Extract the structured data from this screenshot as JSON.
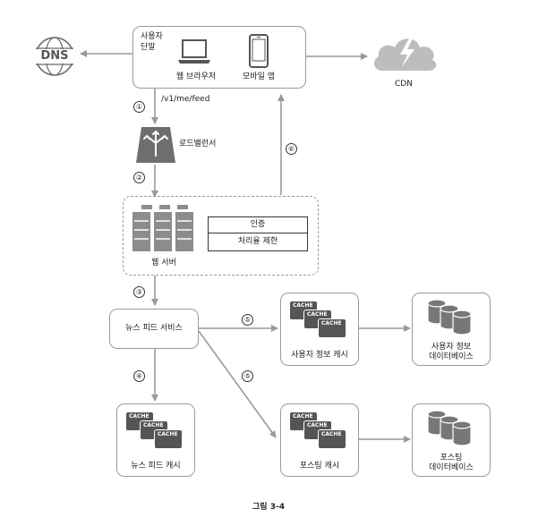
{
  "client": {
    "label_line1": "사용자",
    "label_line2": "단말",
    "web_browser": "웹 브라우저",
    "mobile_app": "모바일 앱"
  },
  "dns": {
    "label": "DNS"
  },
  "cdn": {
    "label": "CDN"
  },
  "request_path": "/v1/me/feed",
  "load_balancer": {
    "label": "로드밸런서"
  },
  "web_server": {
    "label": "웹 서버",
    "auth": "인증",
    "rate_limit": "처리율 제한"
  },
  "news_feed_service": {
    "label": "뉴스 피드 서비스"
  },
  "user_cache": {
    "label": "사용자 정보 캐시"
  },
  "user_db": {
    "line1": "사용자 정보",
    "line2": "데이터베이스"
  },
  "post_cache": {
    "label": "포스팅 캐시"
  },
  "post_db": {
    "line1": "포스팅",
    "line2": "데이터베이스"
  },
  "feed_cache": {
    "label": "뉴스 피드 캐시"
  },
  "cache_word": "CACHE",
  "steps": {
    "s1": "①",
    "s2": "②",
    "s3": "③",
    "s4": "④",
    "s5a": "⑤",
    "s5b": "⑤",
    "s6": "⑥"
  },
  "figure_caption": "그림 3-4",
  "colors": {
    "arrow": "#999999",
    "icon_dark": "#555555",
    "icon_mid": "#8c8c8c",
    "icon_light": "#cfcfcf"
  }
}
